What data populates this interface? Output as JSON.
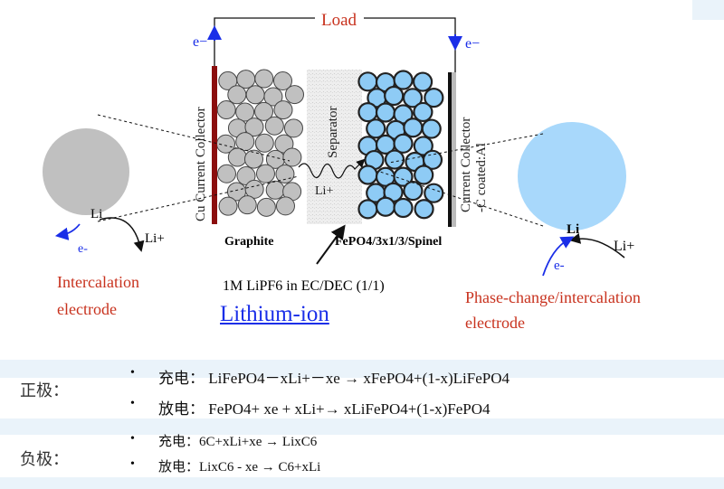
{
  "diagram": {
    "load_label": "Load",
    "electron_left": "e−",
    "electron_right": "e−",
    "anode_collector_label": "Cu Current Collector",
    "separator_label": "Separator",
    "separator_ion": "Li+",
    "cathode_collector_label_1": "Current Collector",
    "cathode_collector_label_2": "-C coated:Al",
    "anode_material": "Graphite",
    "cathode_material": "FePO4/3x1/3/Spinel",
    "electrolyte": "1M LiPF6 in EC/DEC (1/1)",
    "title_link": "Lithium-ion",
    "left_particle": {
      "li": "Li",
      "li_ion": "Li+",
      "electron": "e-",
      "caption_1": "Intercalation",
      "caption_2": "electrode"
    },
    "right_particle": {
      "li": "Li",
      "li_ion": "Li+",
      "electron": "e-",
      "caption_1": "Phase-change/intercalation",
      "caption_2": "electrode"
    },
    "colors": {
      "red": "#c8321e",
      "blue": "#1a2ee8",
      "graphite": "#c0c0c0",
      "cathode": "#8ecbf5"
    }
  },
  "reactions": {
    "positive": {
      "label": "正极：",
      "lines": [
        {
          "bullet": "•",
          "text": "充电： LiFePO4－xLi+－xe → xFePO4+(1-x)LiFePO4"
        },
        {
          "bullet": "•",
          "text": "放电： FePO4+ xe + xLi+→ xLiFePO4+(1-x)FePO4"
        }
      ]
    },
    "negative": {
      "label": "负极：",
      "lines": [
        {
          "bullet": "•",
          "text": "充电：6C+xLi+xe → LixC6"
        },
        {
          "bullet": "•",
          "text": "放电：LixC6 - xe → C6+xLi"
        }
      ]
    }
  }
}
